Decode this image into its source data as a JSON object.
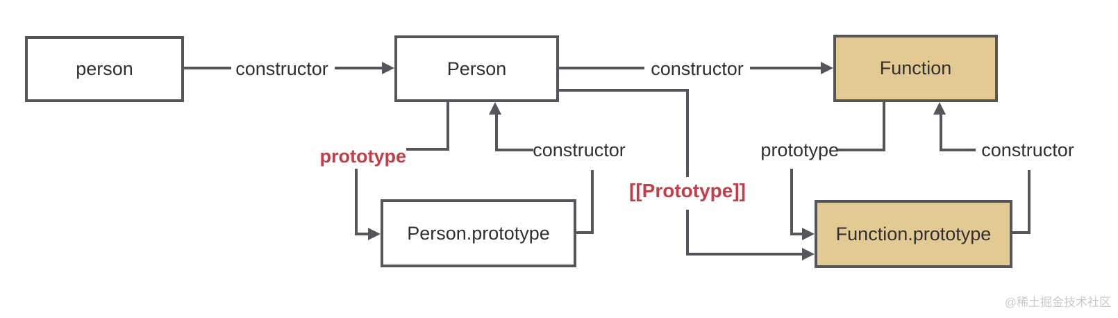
{
  "boxes": {
    "person": "person",
    "person_ctor": "Person",
    "function_ctor": "Function",
    "person_proto": "Person.prototype",
    "function_proto": "Function.prototype"
  },
  "edges": {
    "person_to_person_ctor": "constructor",
    "person_ctor_to_function": "constructor",
    "person_prototype": "prototype",
    "person_proto_ctor": "constructor",
    "internal_prototype": "[[Prototype]]",
    "function_prototype": "prototype",
    "function_proto_ctor": "constructor"
  },
  "colors": {
    "line": "#54565b",
    "text": "#2f3034",
    "accent_red": "#c93c46",
    "highlight_fill": "#e3c992",
    "watermark": "#c9c9c9",
    "background": "#ffffff"
  },
  "watermark": "@稀土掘金技术社区"
}
